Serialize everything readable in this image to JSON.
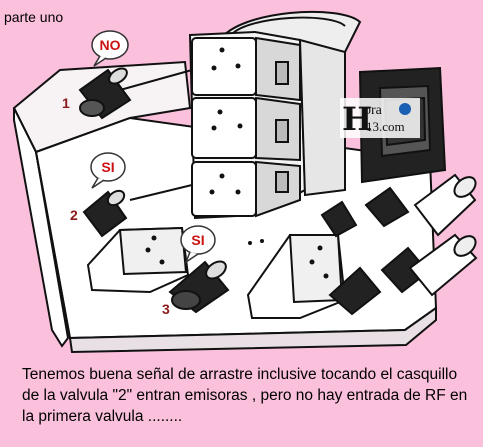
{
  "part_title": "parte uno",
  "labels": {
    "v1_number": "1",
    "v2_number": "2",
    "v3_number": "3",
    "v1_status": "NO",
    "v2_status": "SI",
    "v3_status": "SI"
  },
  "logo": {
    "word1": "ora",
    "word2": "13.com"
  },
  "caption": "Tenemos buena señal de arrastre inclusive tocando el casquillo de la valvula \"2\" entran emisoras , pero no hay entrada de RF en la primera valvula ........",
  "colors": {
    "background": "#fbc0dc",
    "number_color": "#8b1a1a",
    "status_color": "#cc1111",
    "logo_blue": "#1a5fb4"
  }
}
